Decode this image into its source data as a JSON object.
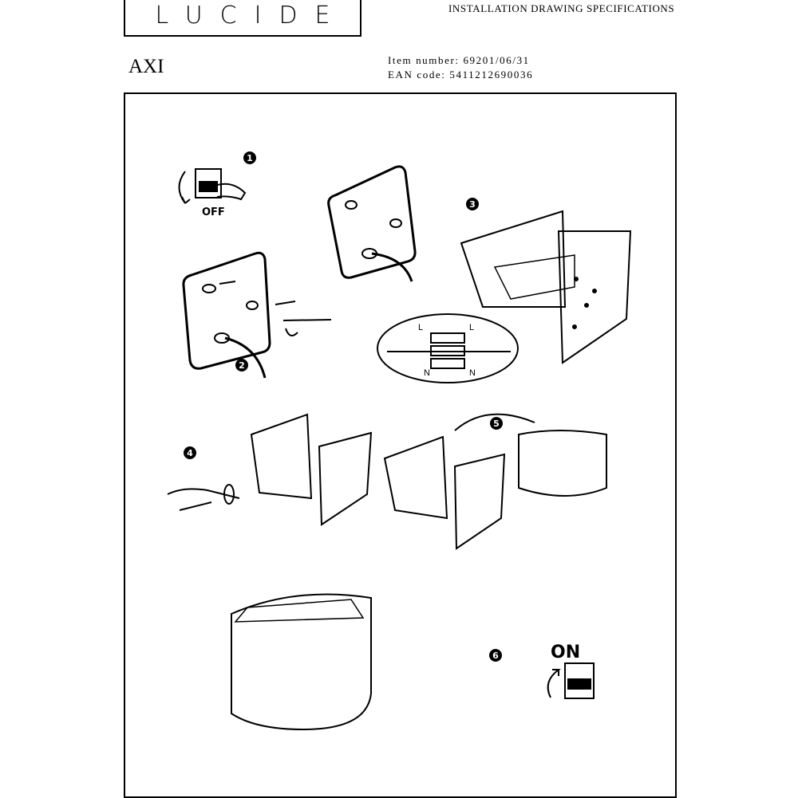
{
  "header": {
    "brand": "LUCIDE",
    "document_type": "INSTALLATION DRAWING SPECIFICATIONS",
    "product_name": "AXI",
    "item_number": "Item number: 69201/06/31",
    "ean_code": "EAN code: 5411212690036"
  },
  "steps": [
    {
      "number": "1",
      "label": "OFF"
    },
    {
      "number": "2"
    },
    {
      "number": "3",
      "wiring": [
        "L",
        "L",
        "N",
        "N"
      ]
    },
    {
      "number": "4"
    },
    {
      "number": "5"
    },
    {
      "number": "6",
      "label": "ON"
    }
  ]
}
